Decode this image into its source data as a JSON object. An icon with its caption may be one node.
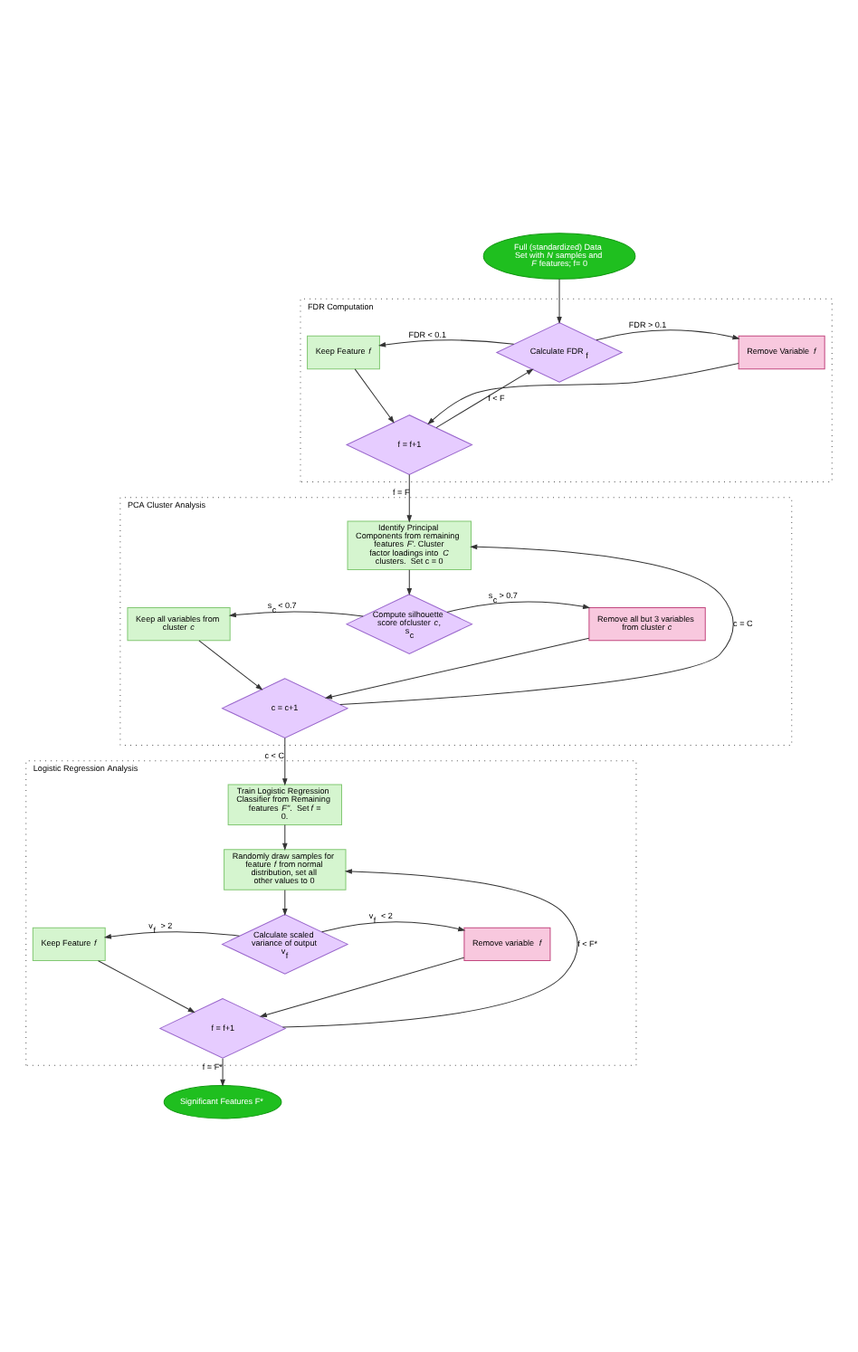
{
  "diagram": {
    "nodes": [
      {
        "text": [
          "Full (standardized) Data Set with *N* samples and *F* features; f= 0"
        ]
      },
      {
        "text": [
          "FDR Computation"
        ]
      },
      {
        "text": [
          "Calculate FDR$_{f}$"
        ],
        "in": 1
      },
      {
        "text": [
          "Keep Feature *f*"
        ],
        "in": 1
      },
      {
        "text": [
          "Remove Variable *f*"
        ],
        "in": 1
      },
      {
        "text": [
          "f = f+1"
        ],
        "in": 1
      },
      {
        "text": [
          "PCA Cluster Analysis"
        ]
      },
      {
        "text": [
          "Identify Principal Components from remaining features *F'*. Cluster factor loadings into *C* clusters.  Set c = 0"
        ],
        "in": 6
      },
      {
        "text": [
          "Compute silhouette score ofcluster *c*, s$_{c}$"
        ],
        "in": 6
      },
      {
        "text": [
          "Keep all variables from cluster *c*"
        ],
        "in": 6
      },
      {
        "text": [
          "Remove all but 3 variables from cluster *c*"
        ],
        "in": 6
      },
      {
        "text": [
          "c = c+1"
        ],
        "in": 6
      },
      {
        "text": [
          "Logistic Regression Analysis"
        ]
      },
      {
        "text": [
          "Train Logistic Regression Classifier from Remaining features *F''*.  Set *f* = 0."
        ],
        "in": 12
      },
      {
        "text": [
          "Randomly draw samples for feature *f* from normal distribution, set all other values to 0"
        ],
        "in": 12
      },
      {
        "text": [
          "Calculate scaled variance of output v$_{f}$"
        ],
        "in": 12
      },
      {
        "text": [
          "Keep Feature *f*"
        ],
        "in": 12
      },
      {
        "text": [
          "Remove variable *f*"
        ],
        "in": 12
      },
      {
        "text": [
          "f = f+1"
        ],
        "in": 12
      },
      {
        "text": [
          "Significant Features F*"
        ]
      }
    ],
    "edges": [
      {
        "from": 0,
        "to": 2,
        "arrow": "to"
      },
      {
        "from": 2,
        "to": 3,
        "arrow": "to",
        "label": "FDR < 0.1"
      },
      {
        "from": 2,
        "to": 4,
        "arrow": "to",
        "label": "FDR > 0.1"
      },
      {
        "from": 3,
        "to": 5,
        "arrow": "to"
      },
      {
        "from": 4,
        "to": 5,
        "arrow": "to"
      },
      {
        "from": 5,
        "to": 2,
        "arrow": "to",
        "label": "f < F"
      },
      {
        "from": 5,
        "to": 7,
        "arrow": "to",
        "label": "f = F"
      },
      {
        "from": 7,
        "to": 8,
        "arrow": "to"
      },
      {
        "from": 8,
        "to": 9,
        "arrow": "to",
        "label": "s$_{c}$ < 0.7"
      },
      {
        "from": 8,
        "to": 10,
        "arrow": "to",
        "label": "s$_{c}$ > 0.7"
      },
      {
        "from": 9,
        "to": 11,
        "arrow": "to"
      },
      {
        "from": 10,
        "to": 11,
        "arrow": "to"
      },
      {
        "from": 11,
        "to": 7,
        "arrow": "to",
        "label": "c = C"
      },
      {
        "from": 11,
        "to": 13,
        "arrow": "to",
        "label": "c < C"
      },
      {
        "from": 13,
        "to": 14,
        "arrow": "to"
      },
      {
        "from": 14,
        "to": 15,
        "arrow": "to"
      },
      {
        "from": 15,
        "to": 16,
        "arrow": "to",
        "label": "v$_{f}$  > 2"
      },
      {
        "from": 15,
        "to": 17,
        "arrow": "to",
        "label": "v$_{f}$  < 2"
      },
      {
        "from": 16,
        "to": 18,
        "arrow": "to"
      },
      {
        "from": 17,
        "to": 18,
        "arrow": "to"
      },
      {
        "from": 18,
        "to": 14,
        "arrow": "to",
        "label": "f < F*"
      },
      {
        "from": 18,
        "to": 19,
        "arrow": "to",
        "label": "f = F*"
      }
    ]
  }
}
